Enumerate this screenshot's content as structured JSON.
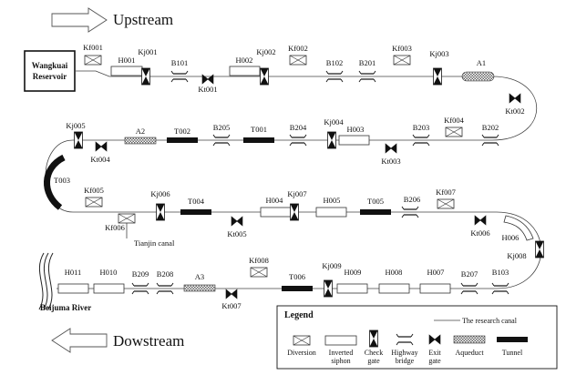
{
  "direction": {
    "upstream": "Upstream",
    "downstream": "Dowstream"
  },
  "reservoir": {
    "line1": "Wangkuai",
    "line2": "Reservoir"
  },
  "river": "Beijuma River",
  "tianjin": "Tianjin canal",
  "components": {
    "kf001": "Kf001",
    "kj001": "Kj001",
    "h001": "H001",
    "b101": "B101",
    "kt001": "Kt001",
    "h002": "H002",
    "kj002": "Kj002",
    "kf002": "Kf002",
    "b102": "B102",
    "b201": "B201",
    "kf003": "Kf003",
    "kj003": "Kj003",
    "a1": "A1",
    "kt002": "Kt002",
    "kj005": "Kj005",
    "kt004": "Kt004",
    "a2": "A2",
    "t002": "T002",
    "b205": "B205",
    "t001": "T001",
    "b204": "B204",
    "kj004": "Kj004",
    "h003": "H003",
    "kt003": "Kt003",
    "b203": "B203",
    "kf004": "Kf004",
    "b202": "B202",
    "t003": "T003",
    "kf005": "Kf005",
    "kf006": "Kf006",
    "kj006": "Kj006",
    "t004": "T004",
    "kt005": "Kt005",
    "h004": "H004",
    "kj007": "Kj007",
    "h005": "H005",
    "t005": "T005",
    "b206": "B206",
    "kf007": "Kf007",
    "kt006": "Kt006",
    "h006": "H006",
    "kj008": "Kj008",
    "h011": "H011",
    "h010": "H010",
    "b209": "B209",
    "b208": "B208",
    "a3": "A3",
    "kt007": "Kt007",
    "kf008": "Kf008",
    "t006": "T006",
    "kj009": "Kj009",
    "h009": "H009",
    "h008": "H008",
    "h007": "H007",
    "b207": "B207",
    "b103": "B103"
  },
  "legend": {
    "title": "Legend",
    "canal": "The research canal",
    "diversion": "Diversion",
    "siphon1": "Inverted",
    "siphon2": "siphon",
    "check1": "Check",
    "check2": "gate",
    "bridge1": "Highway",
    "bridge2": "bridge",
    "exit1": "Exit",
    "exit2": "gate",
    "aqueduct": "Aqueduct",
    "tunnel": "Tunnel"
  }
}
